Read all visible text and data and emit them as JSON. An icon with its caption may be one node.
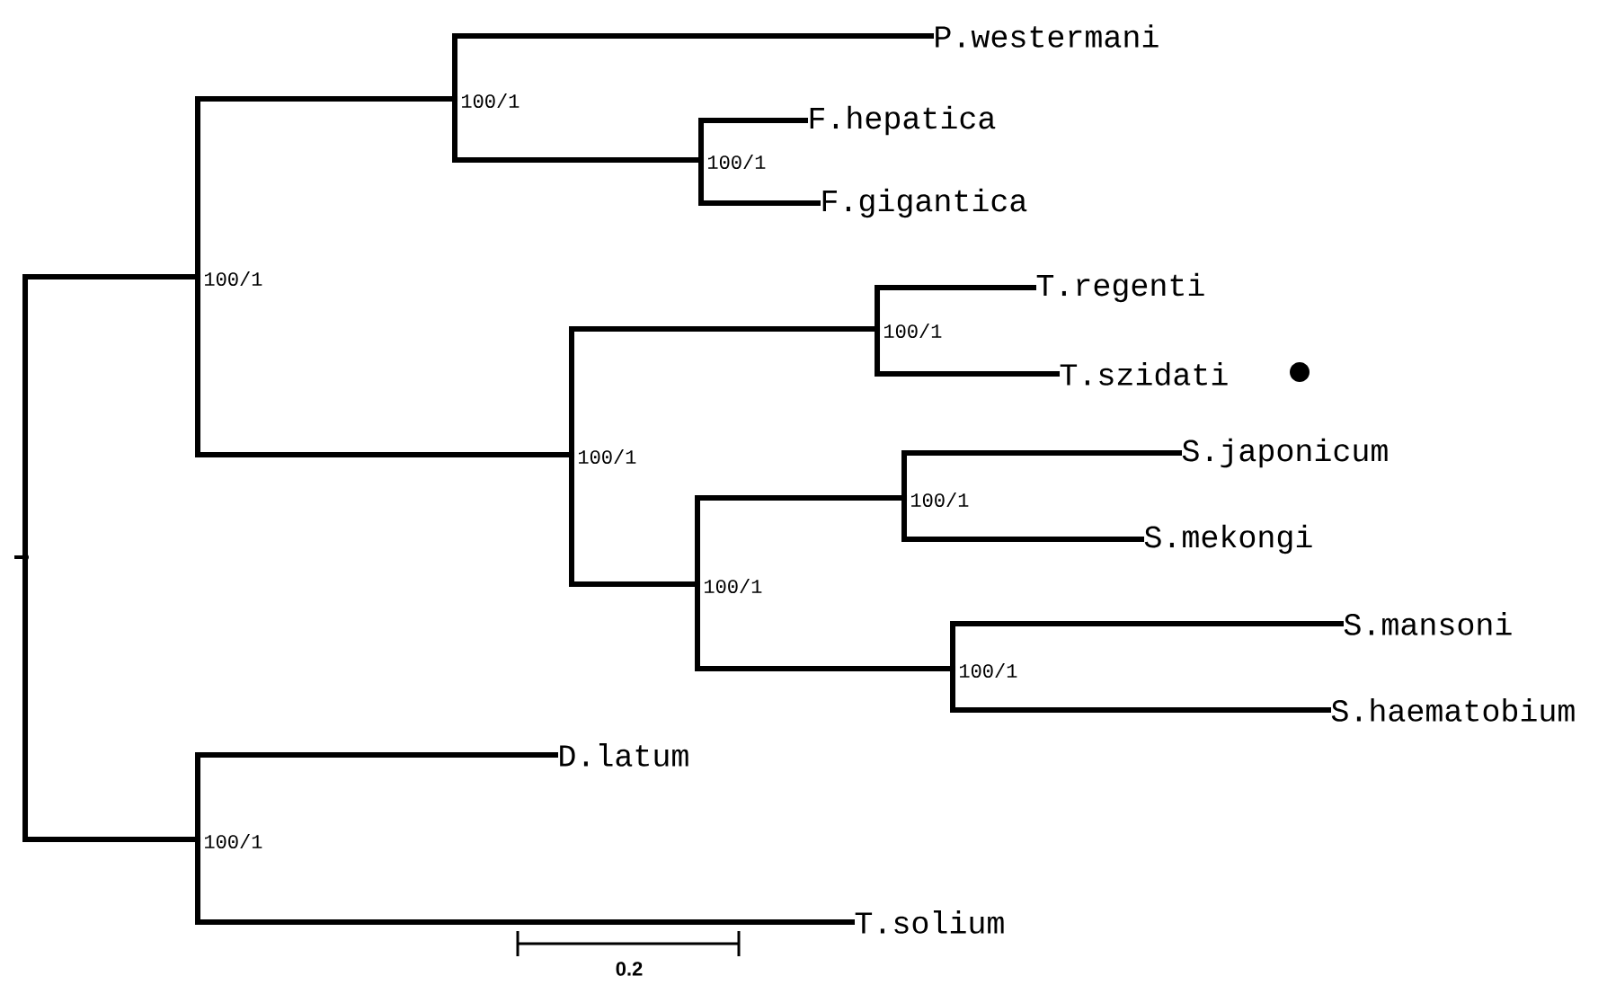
{
  "diagram": {
    "nodes": [
      {
        "text": [],
        "shape": "point"
      },
      {
        "text": [
          "100/1"
        ]
      },
      {
        "text": [
          "100/1"
        ]
      },
      {
        "text": [
          "P.westermani"
        ]
      },
      {
        "text": [
          "100/1"
        ]
      },
      {
        "text": [
          "F.hepatica"
        ]
      },
      {
        "text": [
          "F.gigantica"
        ]
      },
      {
        "text": [
          "100/1"
        ]
      },
      {
        "text": [
          "100/1"
        ]
      },
      {
        "text": [
          "T.regenti"
        ]
      },
      {
        "text": [
          "T.szidati"
        ]
      },
      {
        "text": [
          "100/1"
        ]
      },
      {
        "text": [
          "100/1"
        ]
      },
      {
        "text": [
          "S.japonicum"
        ]
      },
      {
        "text": [
          "S.mekongi"
        ]
      },
      {
        "text": [
          "100/1"
        ]
      },
      {
        "text": [
          "S.mansoni"
        ]
      },
      {
        "text": [
          "S.haematobium"
        ]
      },
      {
        "text": [
          "100/1"
        ]
      },
      {
        "text": [
          "D.latum"
        ]
      },
      {
        "text": [
          "T.solium"
        ]
      }
    ],
    "edges": [
      {
        "from": 0,
        "to": 1,
        "arrow": "none"
      },
      {
        "from": 1,
        "to": 2,
        "arrow": "none"
      },
      {
        "from": 2,
        "to": 3,
        "arrow": "none"
      },
      {
        "from": 2,
        "to": 4,
        "arrow": "none"
      },
      {
        "from": 4,
        "to": 5,
        "arrow": "none"
      },
      {
        "from": 4,
        "to": 6,
        "arrow": "none"
      },
      {
        "from": 1,
        "to": 7,
        "arrow": "none"
      },
      {
        "from": 7,
        "to": 8,
        "arrow": "none"
      },
      {
        "from": 8,
        "to": 9,
        "arrow": "none"
      },
      {
        "from": 8,
        "to": 10,
        "arrow": "none"
      },
      {
        "from": 7,
        "to": 11,
        "arrow": "none"
      },
      {
        "from": 11,
        "to": 12,
        "arrow": "none"
      },
      {
        "from": 12,
        "to": 13,
        "arrow": "none"
      },
      {
        "from": 12,
        "to": 14,
        "arrow": "none"
      },
      {
        "from": 11,
        "to": 15,
        "arrow": "none"
      },
      {
        "from": 15,
        "to": 16,
        "arrow": "none"
      },
      {
        "from": 15,
        "to": 17,
        "arrow": "none"
      },
      {
        "from": 0,
        "to": 18,
        "arrow": "none"
      },
      {
        "from": 18,
        "to": 19,
        "arrow": "none"
      },
      {
        "from": 18,
        "to": 20,
        "arrow": "none"
      }
    ],
    "labels": [
      "0.2"
    ]
  }
}
